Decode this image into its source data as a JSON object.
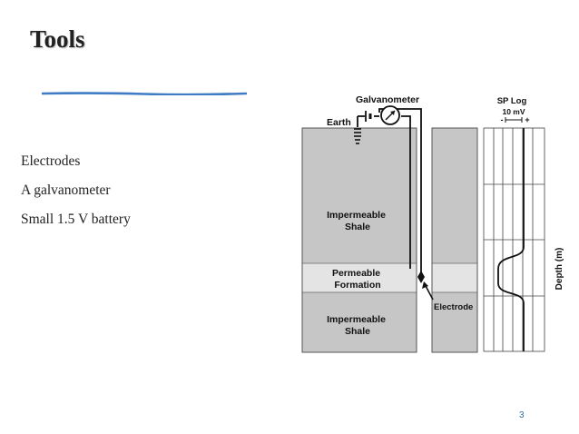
{
  "slide": {
    "title": "Tools",
    "bullets": [
      "Electrodes",
      "A galvanometer",
      "Small 1.5 V battery"
    ],
    "page_number": "3"
  },
  "diagram": {
    "galvanometer_label": "Galvanometer",
    "earth_label": "Earth",
    "sp_log_label": "SP Log",
    "scale_label": "10 mV",
    "minus_sign": "-",
    "plus_sign": "+",
    "upper_shale_label": [
      "Impermeable",
      "Shale"
    ],
    "formation_label": [
      "Permeable",
      "Formation"
    ],
    "lower_shale_label": [
      "Impermeable",
      "Shale"
    ],
    "electrode_label": "Electrode",
    "depth_label": "Depth (m)"
  },
  "colors": {
    "title_rule": "#3f7cc4",
    "shale_fill": "#c6c6c6",
    "formation_fill": "#e4e4e4",
    "page_number": "#2e6fa8"
  }
}
